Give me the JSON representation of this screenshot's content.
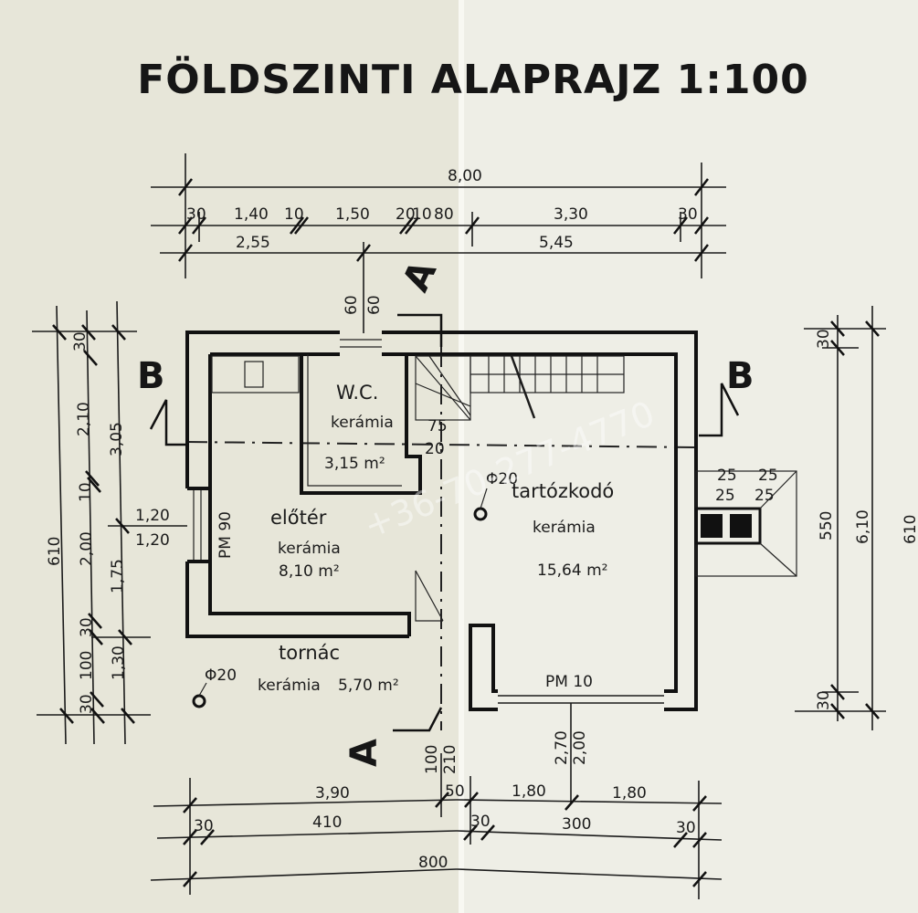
{
  "title": "FÖLDSZINTI ALAPRAJZ 1:100",
  "watermark": "+36-70-277-4770",
  "section_labels": {
    "a": "A",
    "b": "B"
  },
  "top_dimensions": {
    "total": "8,00",
    "row2": [
      "30",
      "1,40",
      "10",
      "1,50",
      "20",
      "10",
      "80",
      "3,30",
      "30"
    ],
    "row3": [
      "2,55",
      "5,45"
    ],
    "vertical": [
      "60",
      "60"
    ]
  },
  "bottom_dimensions": {
    "row1": [
      "3,90",
      "50",
      "1,80",
      "1,80"
    ],
    "row2": [
      "30",
      "410",
      "30",
      "300",
      "30"
    ],
    "total": "800",
    "vertical": [
      "100",
      "210",
      "2,70",
      "2,00"
    ]
  },
  "left_dimensions": {
    "outer": "610",
    "middle": [
      "30",
      "2,10",
      "10",
      "2,00",
      "30",
      "100",
      "30"
    ],
    "inner": [
      "3,05",
      "1,75",
      "1,30"
    ],
    "window": [
      "1,20",
      "1,20"
    ],
    "window_label": "PM 90"
  },
  "right_dimensions": {
    "inner": [
      "30",
      "550",
      "30"
    ],
    "outer": "6,10",
    "outer_edge": "610",
    "chimney": [
      "25",
      "25",
      "25",
      "25"
    ]
  },
  "rooms": [
    {
      "name": "W.C.",
      "material": "kerámia",
      "area": "3,15 m²"
    },
    {
      "name": "előtér",
      "material": "kerámia",
      "area": "8,10 m²"
    },
    {
      "name": "tartózkodó",
      "material": "kerámia",
      "area": "15,64 m²"
    },
    {
      "name": "tornác",
      "material": "kerámia",
      "area": "5,70 m²"
    }
  ],
  "annotations": {
    "stair_75": "75",
    "stair_20": "20",
    "pipe_1": "Φ20",
    "pipe_2": "Φ20",
    "window_bottom": "PM 10"
  }
}
